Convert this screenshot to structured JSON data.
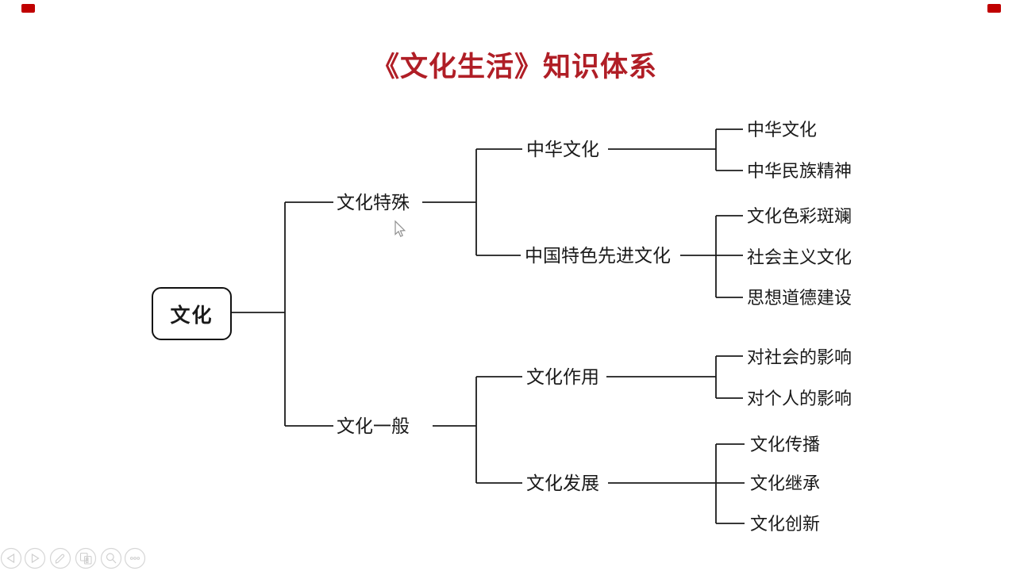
{
  "title": "《文化生活》知识体系",
  "title_color": "#b01e26",
  "tree": {
    "root": {
      "label": "文化"
    },
    "branches": [
      {
        "label": "文化特殊",
        "children": [
          {
            "label": "中华文化",
            "children": [
              {
                "label": "中华文化"
              },
              {
                "label": "中华民族精神"
              }
            ]
          },
          {
            "label": "中国特色先进文化",
            "children": [
              {
                "label": "文化色彩斑斓"
              },
              {
                "label": "社会主义文化"
              },
              {
                "label": "思想道德建设"
              }
            ]
          }
        ]
      },
      {
        "label": "文化一般",
        "children": [
          {
            "label": "文化作用",
            "children": [
              {
                "label": "对社会的影响"
              },
              {
                "label": "对个人的影响"
              }
            ]
          },
          {
            "label": "文化发展",
            "children": [
              {
                "label": "文化传播"
              },
              {
                "label": "文化继承"
              },
              {
                "label": "文化创新"
              }
            ]
          }
        ]
      }
    ]
  },
  "toolbar": {
    "icons": [
      "previous-icon",
      "next-icon",
      "pen-icon",
      "slides-icon",
      "zoom-icon",
      "more-icon"
    ]
  },
  "decorations": {
    "corner_mark_color": "#c00000",
    "line_color": "#1c1c1c"
  }
}
